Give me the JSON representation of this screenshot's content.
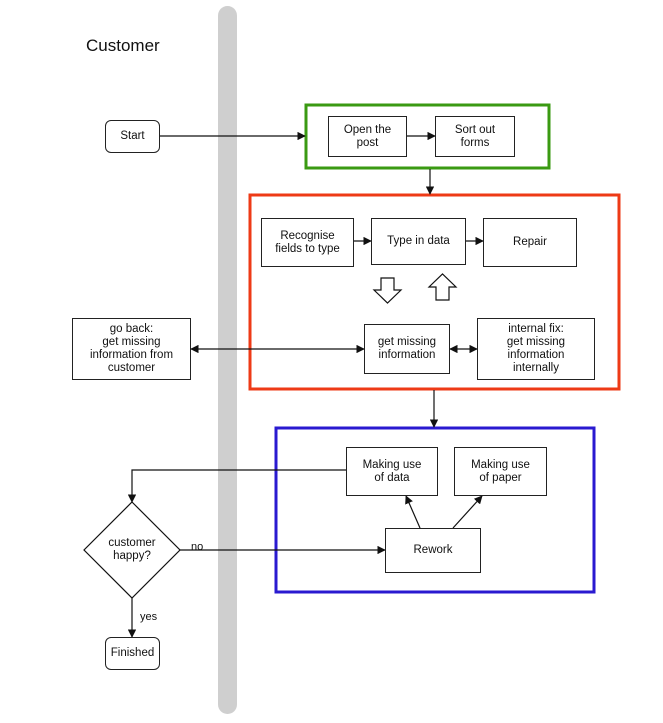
{
  "lane_title": "Customer",
  "nodes": {
    "start": "Start",
    "open_post": "Open the\npost",
    "sort_forms": "Sort out\nforms",
    "recognise": "Recognise\nfields to type",
    "type_data": "Type in data",
    "repair": "Repair",
    "get_missing": "get missing\ninformation",
    "internal_fix": "internal fix:\nget missing\ninformation\ninternally",
    "go_back": "go back:\nget missing\ninformation from\ncustomer",
    "use_data": "Making use\nof data",
    "use_paper": "Making use\nof paper",
    "rework": "Rework",
    "happy": "customer\nhappy?",
    "finished": "Finished"
  },
  "edge_labels": {
    "no": "no",
    "yes": "yes"
  },
  "colors": {
    "group_input": "#3a9a12",
    "group_processing": "#ee3a16",
    "group_output": "#2a1ad0",
    "lane_divider": "#cfcfcf",
    "lines": "#111111"
  }
}
